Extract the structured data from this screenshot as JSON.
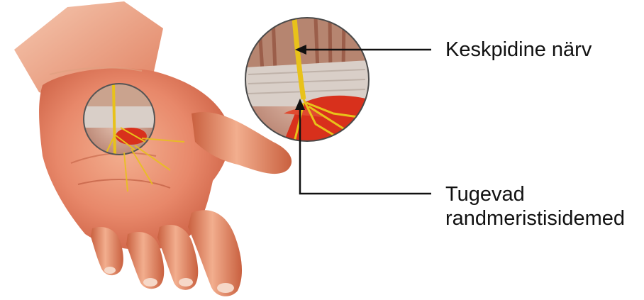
{
  "labels": {
    "median_nerve": "Keskpidine närv",
    "ligament_line1": "Tugevad",
    "ligament_line2": "randmeristisidemed"
  },
  "colors": {
    "skin": "#e8886a",
    "skin_shadow": "#c85a3e",
    "skin_highlight": "#f5c2a6",
    "nerve": "#e8c21a",
    "ligament": "#d9cfc8",
    "tissue_red": "#d8301c",
    "line": "#111111"
  }
}
